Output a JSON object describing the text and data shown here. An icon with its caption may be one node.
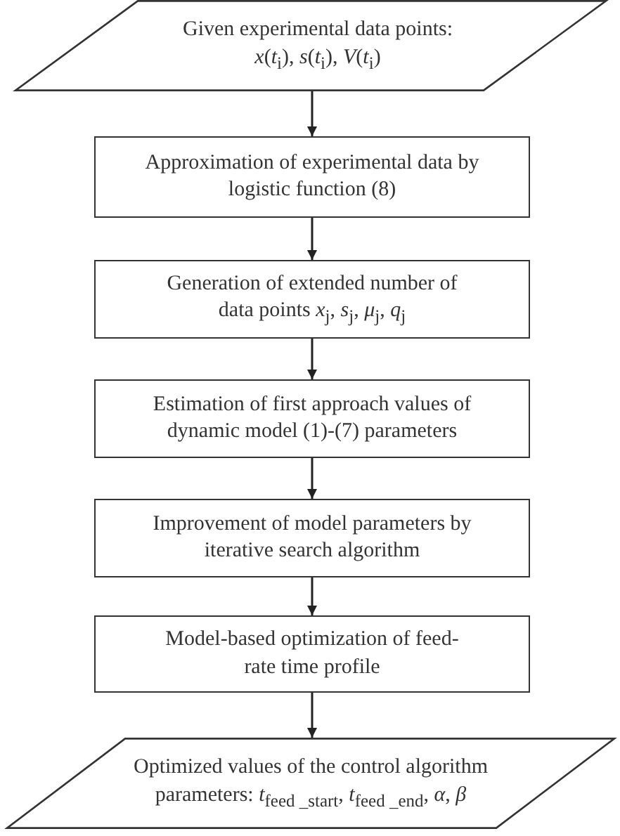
{
  "diagram": {
    "nodes": [
      {
        "text": [
          "Given experimental data points: *x*(*t*$_{i}$), *s*(*t*$_{i}$), *V*(*t*$_{i}$)"
        ]
      },
      {
        "text": [
          "Approximation of experimental data by logistic function (8)"
        ]
      },
      {
        "text": [
          "Generation of extended number of data points *x*$_{j}$, *s*$_{j}$, *μ*$_{j}$, *q*$_{j}$"
        ]
      },
      {
        "text": [
          "Estimation of first approach values of dynamic model (1)-(7) parameters"
        ]
      },
      {
        "text": [
          "Improvement of model parameters by iterative search algorithm"
        ]
      },
      {
        "text": [
          "Model-based optimization of feed-rate time profile"
        ]
      },
      {
        "text": [
          "Optimized values of the control algorithm parameters: *t*$_{feed _start}$, *t*$_{feed _end}$, *α*, *β*"
        ]
      }
    ],
    "edges": [
      {
        "from": 0,
        "to": 1,
        "arrow": "to"
      },
      {
        "from": 1,
        "to": 2,
        "arrow": "to"
      },
      {
        "from": 2,
        "to": 3,
        "arrow": "to"
      },
      {
        "from": 3,
        "to": 4,
        "arrow": "to"
      },
      {
        "from": 4,
        "to": 5,
        "arrow": "to"
      },
      {
        "from": 5,
        "to": 6,
        "arrow": "to"
      }
    ]
  }
}
